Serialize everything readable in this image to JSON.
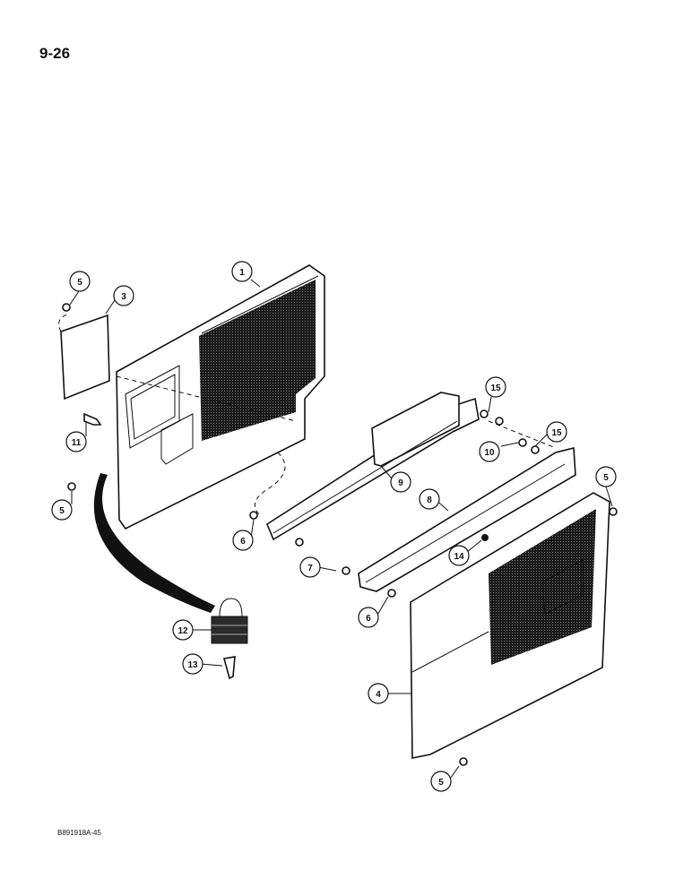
{
  "page_number": "9-26",
  "figure_code": "B891918A-45",
  "callouts": [
    {
      "label": "1"
    },
    {
      "label": "3"
    },
    {
      "label": "5"
    },
    {
      "label": "11"
    },
    {
      "label": "5"
    },
    {
      "label": "15"
    },
    {
      "label": "15"
    },
    {
      "label": "10"
    },
    {
      "label": "9"
    },
    {
      "label": "8"
    },
    {
      "label": "5"
    },
    {
      "label": "6"
    },
    {
      "label": "7"
    },
    {
      "label": "14"
    },
    {
      "label": "6"
    },
    {
      "label": "12"
    },
    {
      "label": "13"
    },
    {
      "label": "4"
    },
    {
      "label": "5"
    }
  ]
}
